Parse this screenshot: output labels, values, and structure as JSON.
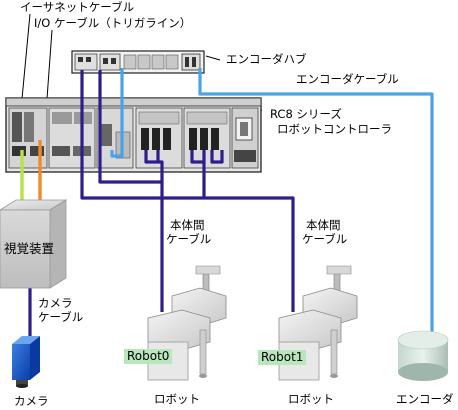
{
  "labels": {
    "ethernet_cable": "イーサネットケーブル",
    "io_cable": "I/O ケーブル（トリガライン）",
    "encoder_hub": "エンコーダハブ",
    "encoder_cable": "エンコーダケーブル",
    "controller_line1": "RC8 シリーズ",
    "controller_line2": "ロボットコントローラ",
    "vision_device": "視覚装置",
    "camera_cable_line1": "カメラ",
    "camera_cable_line2": "ケーブル",
    "inter_cable_left_line1": "本体間",
    "inter_cable_left_line2": "ケーブル",
    "inter_cable_right_line1": "本体間",
    "inter_cable_right_line2": "ケーブル",
    "camera": "カメラ",
    "robot_left": "ロボット",
    "robot_right": "ロボット",
    "encoder": "エンコーダ"
  },
  "robot_tags": [
    "Robot0",
    "Robot1"
  ],
  "colors": {
    "robot_cable": "#2d1e8c",
    "encoder_cable": "#4aa3e6",
    "ethernet": "#b8e04a",
    "io": "#ee8a2c",
    "tag_bg": "#b9e7bd",
    "box": "#cfcfcf"
  }
}
